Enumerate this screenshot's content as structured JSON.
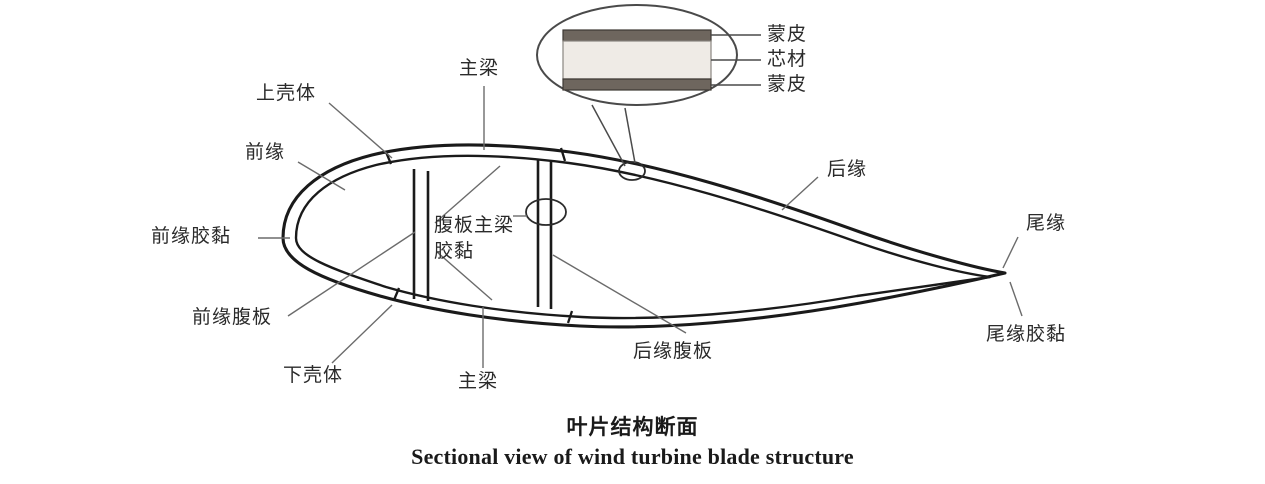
{
  "figure": {
    "background_color": "#ffffff",
    "line_color": "#1a1a1a",
    "leader_color": "#6b6b6b",
    "caption_cn": "叶片结构断面",
    "caption_en": "Sectional view of wind turbine blade structure"
  },
  "detail_callout": {
    "name": "sandwich-laminate-detail",
    "skin_color": "#6e665e",
    "core_color": "#efebe6",
    "outline_color": "#4a4a4a",
    "labels": [
      {
        "id": "skin-top",
        "text": "蒙皮"
      },
      {
        "id": "core",
        "text": "芯材"
      },
      {
        "id": "skin-bottom",
        "text": "蒙皮"
      }
    ]
  },
  "labels": {
    "main_spar_top": "主梁",
    "upper_shell": "上壳体",
    "leading_edge": "前缘",
    "leading_edge_adhesive": "前缘胶黏",
    "leading_edge_web": "前缘腹板",
    "lower_shell": "下壳体",
    "main_spar_bottom": "主梁",
    "web_spar_adhesive": "腹板主梁\n胶黏",
    "trailing_edge": "后缘",
    "tail_edge": "尾缘",
    "trailing_edge_web": "后缘腹板",
    "tail_edge_adhesive": "尾缘胶黏"
  }
}
